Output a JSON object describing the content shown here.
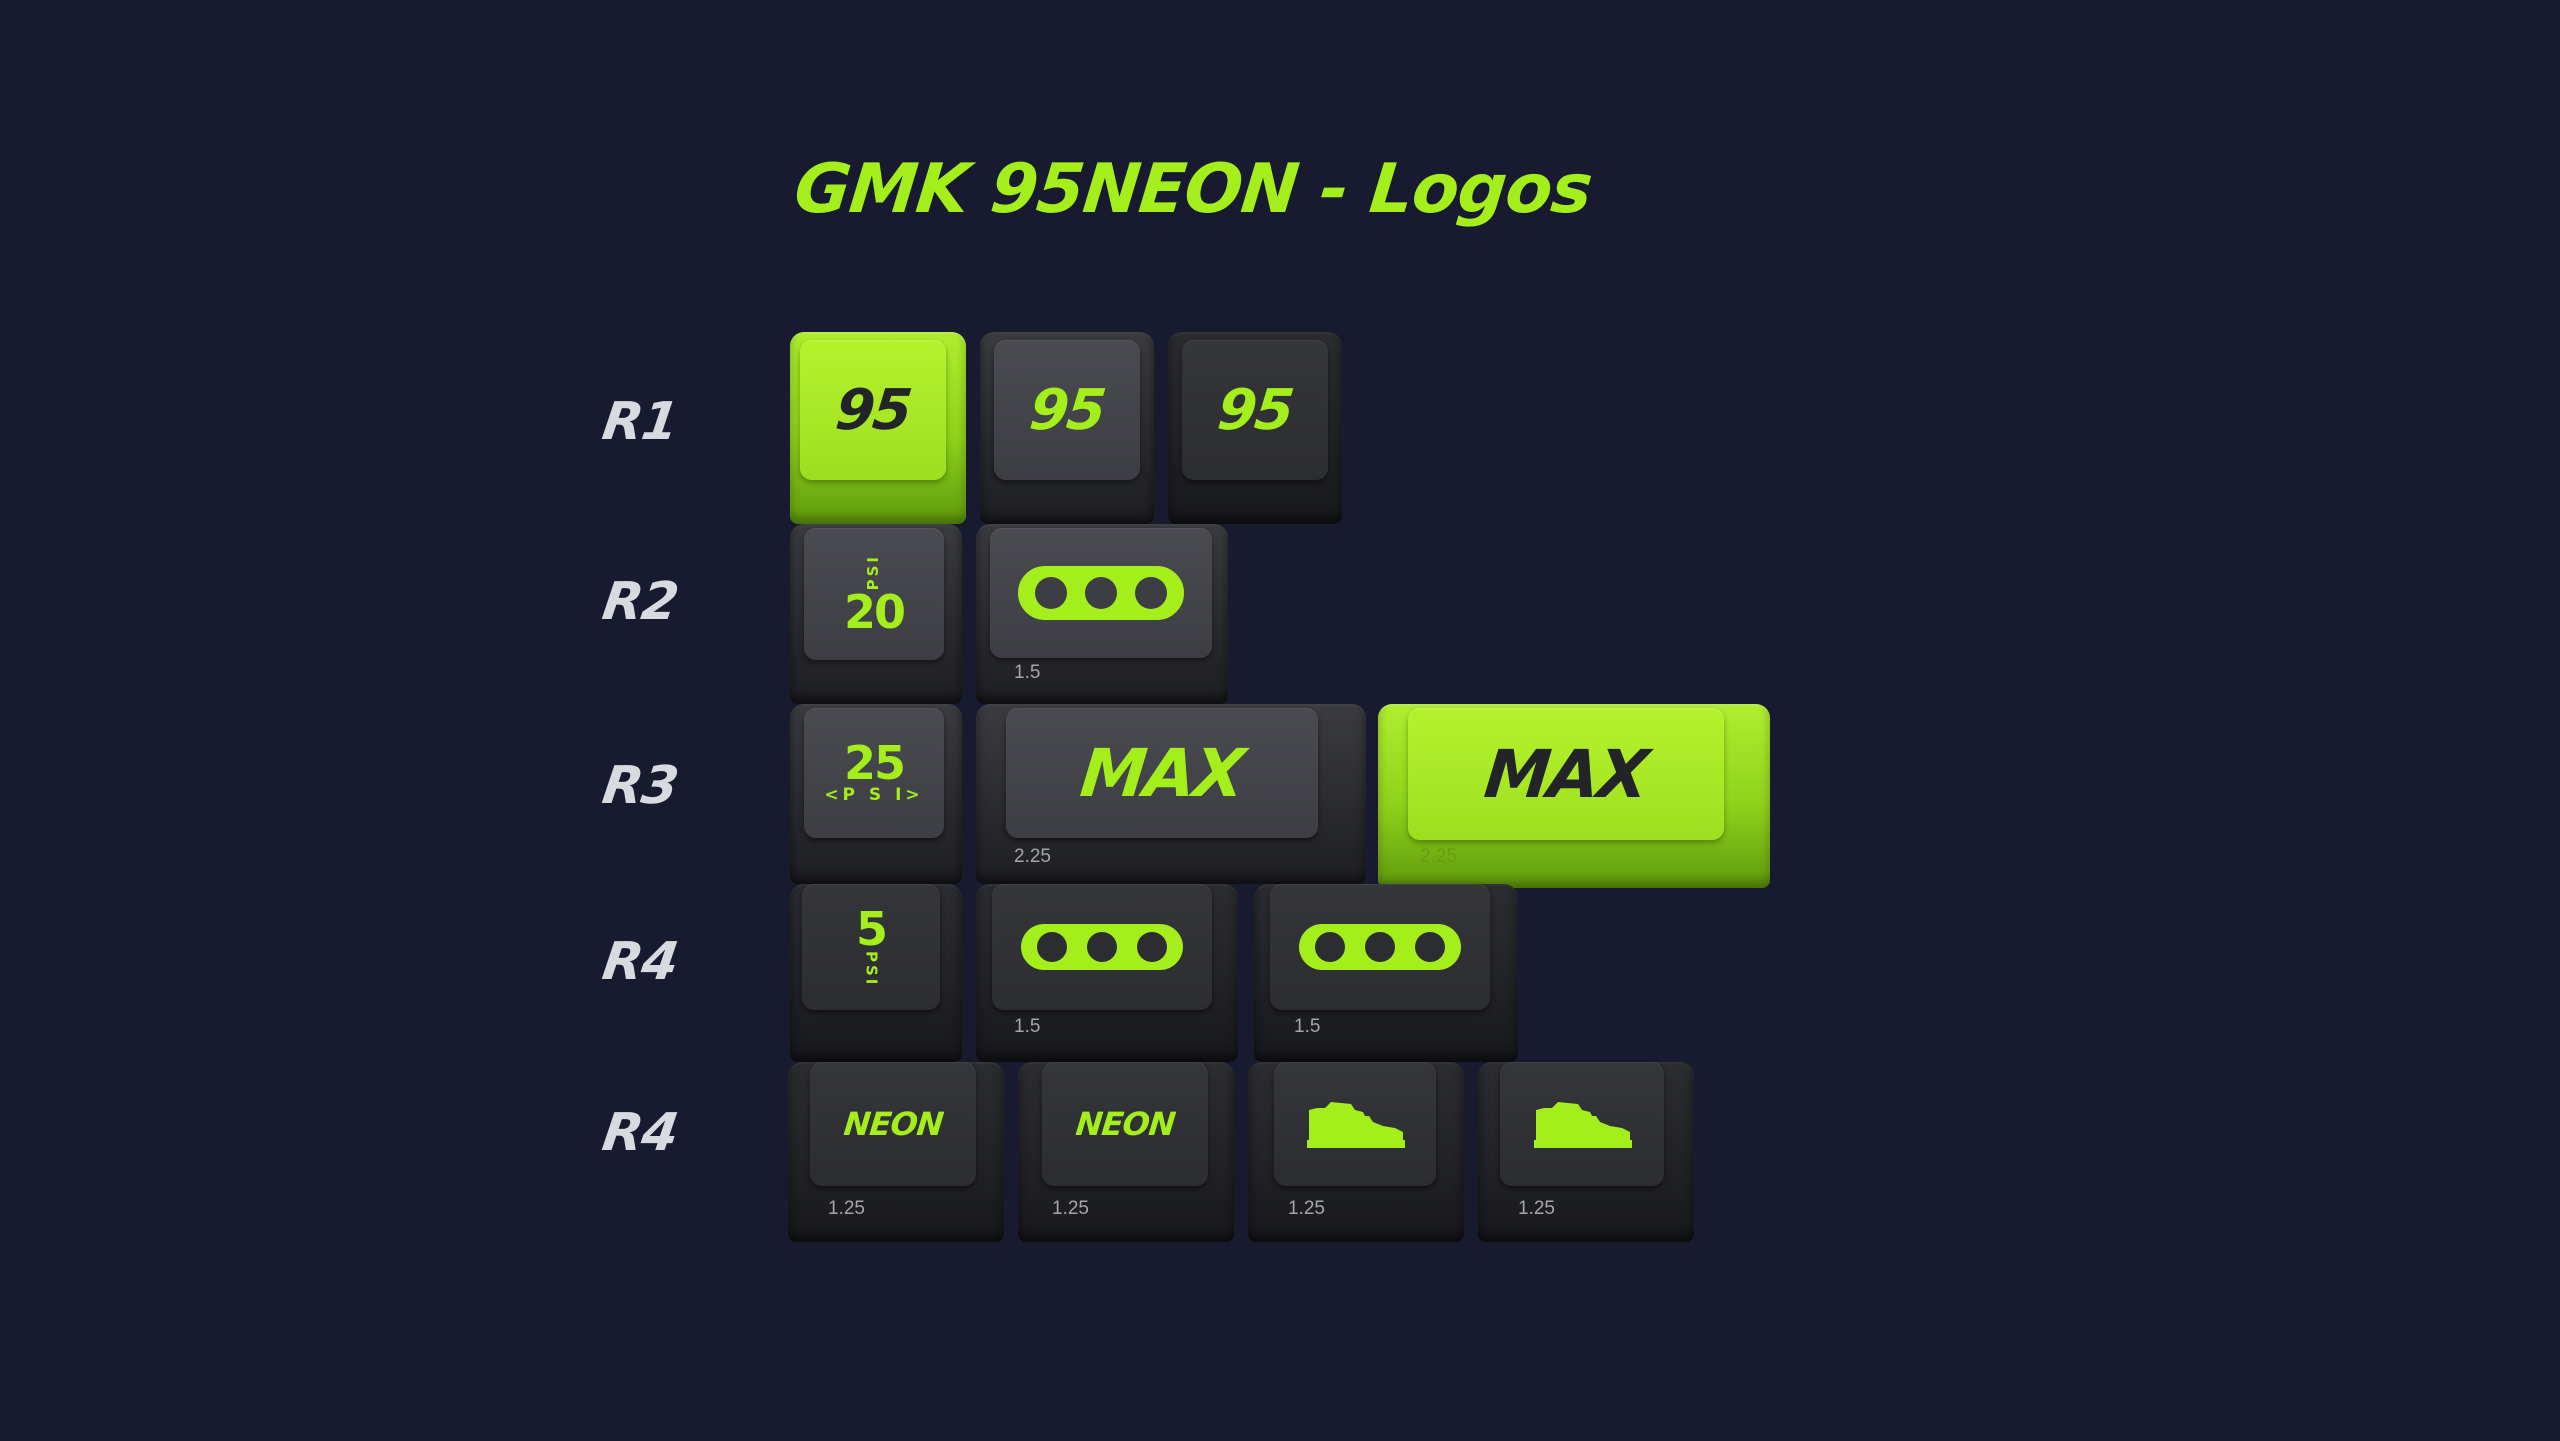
{
  "title": "GMK 95NEON - Logos",
  "rows": [
    "R1",
    "R2",
    "R3",
    "R4",
    "R4"
  ],
  "keys": {
    "r1_a": "95",
    "r1_b": "95",
    "r1_c": "95",
    "r2_psi_num": "20",
    "r2_psi_unit": "PSI",
    "r2_wide_size": "1.5",
    "r3_psi_num": "25",
    "r3_psi_unit": "<P S I>",
    "r3_max_dark": "MAX",
    "r3_max_dark_size": "2.25",
    "r3_max_green": "MAX",
    "r3_max_green_size": "2.25",
    "r4_psi_num": "5",
    "r4_psi_unit": "PSI",
    "r4_wide_a_size": "1.5",
    "r4_wide_b_size": "1.5",
    "r5_neon_a": "NEON",
    "r5_neon_a_size": "1.25",
    "r5_neon_b": "NEON",
    "r5_neon_b_size": "1.25",
    "r5_shoe_a_size": "1.25",
    "r5_shoe_b_size": "1.25"
  },
  "colors": {
    "background": "#181b30",
    "accent": "#a4ee1c",
    "keycap_dark": "#2b2c30",
    "label": "#d9dadf"
  },
  "icons": [
    "air-bubble-icon",
    "sneaker-icon"
  ]
}
